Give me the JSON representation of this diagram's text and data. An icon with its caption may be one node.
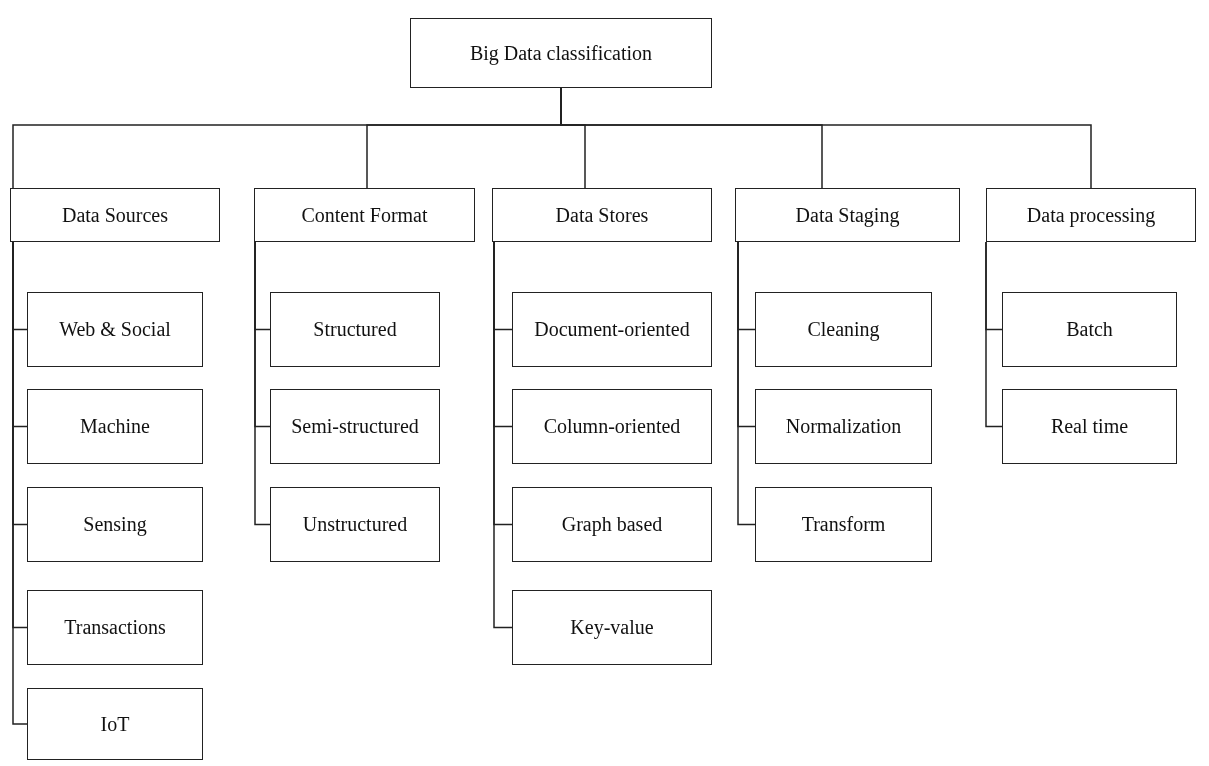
{
  "diagram": {
    "nodes": [
      {
        "text": [
          "Big Data classification"
        ]
      },
      {
        "text": [
          "Data Sources"
        ]
      },
      {
        "text": [
          "Content Format"
        ]
      },
      {
        "text": [
          "Data Stores"
        ]
      },
      {
        "text": [
          "Data Staging"
        ]
      },
      {
        "text": [
          "Data processing"
        ]
      },
      {
        "text": [
          "Web & Social"
        ]
      },
      {
        "text": [
          "Machine"
        ]
      },
      {
        "text": [
          "Sensing"
        ]
      },
      {
        "text": [
          "Transactions"
        ]
      },
      {
        "text": [
          "IoT"
        ]
      },
      {
        "text": [
          "Structured"
        ]
      },
      {
        "text": [
          "Semi-structured"
        ]
      },
      {
        "text": [
          "Unstructured"
        ]
      },
      {
        "text": [
          "Document-oriented"
        ]
      },
      {
        "text": [
          "Column-oriented"
        ]
      },
      {
        "text": [
          "Graph based"
        ]
      },
      {
        "text": [
          "Key-value"
        ]
      },
      {
        "text": [
          "Cleaning"
        ]
      },
      {
        "text": [
          "Normalization"
        ]
      },
      {
        "text": [
          "Transform"
        ]
      },
      {
        "text": [
          "Batch"
        ]
      },
      {
        "text": [
          "Real time"
        ]
      }
    ],
    "edges": [
      {
        "from": 0,
        "to": 1,
        "arrow": "none"
      },
      {
        "from": 0,
        "to": 2,
        "arrow": "none"
      },
      {
        "from": 0,
        "to": 3,
        "arrow": "none"
      },
      {
        "from": 0,
        "to": 4,
        "arrow": "none"
      },
      {
        "from": 0,
        "to": 5,
        "arrow": "none"
      },
      {
        "from": 1,
        "to": 6,
        "arrow": "none"
      },
      {
        "from": 1,
        "to": 7,
        "arrow": "none"
      },
      {
        "from": 1,
        "to": 8,
        "arrow": "none"
      },
      {
        "from": 1,
        "to": 9,
        "arrow": "none"
      },
      {
        "from": 1,
        "to": 10,
        "arrow": "none"
      },
      {
        "from": 2,
        "to": 11,
        "arrow": "none"
      },
      {
        "from": 2,
        "to": 12,
        "arrow": "none"
      },
      {
        "from": 2,
        "to": 13,
        "arrow": "none"
      },
      {
        "from": 3,
        "to": 14,
        "arrow": "none"
      },
      {
        "from": 3,
        "to": 15,
        "arrow": "none"
      },
      {
        "from": 3,
        "to": 16,
        "arrow": "none"
      },
      {
        "from": 3,
        "to": 17,
        "arrow": "none"
      },
      {
        "from": 4,
        "to": 18,
        "arrow": "none"
      },
      {
        "from": 4,
        "to": 19,
        "arrow": "none"
      },
      {
        "from": 4,
        "to": 20,
        "arrow": "none"
      },
      {
        "from": 5,
        "to": 21,
        "arrow": "none"
      },
      {
        "from": 5,
        "to": 22,
        "arrow": "none"
      }
    ]
  }
}
